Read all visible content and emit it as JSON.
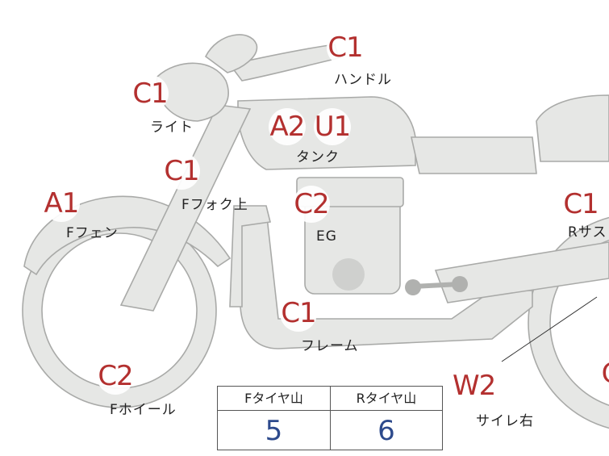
{
  "parts": [
    {
      "code": "C1",
      "label": "ハンドル"
    },
    {
      "code": "C1",
      "label": "ライト"
    },
    {
      "code": "A2",
      "label": ""
    },
    {
      "code": "U1",
      "label": "タンク"
    },
    {
      "code": "C1",
      "label": "Fフォク上"
    },
    {
      "code": "A1",
      "label": "Fフェン"
    },
    {
      "code": "C2",
      "label": "EG"
    },
    {
      "code": "C1",
      "label": "Rサス"
    },
    {
      "code": "C1",
      "label": "フレーム"
    },
    {
      "code": "C2",
      "label": "Fホイール"
    },
    {
      "code": "W2",
      "label": "サイレ右"
    },
    {
      "code": "C",
      "label": ""
    }
  ],
  "tire_table": {
    "headers": [
      "Fタイヤ山",
      "Rタイヤ山"
    ],
    "values": [
      "5",
      "6"
    ]
  },
  "colors": {
    "badge_text": "#b3302f",
    "value_text": "#2d4a8c",
    "part_fill": "#e6e7e5",
    "part_stroke": "#a9aaa8"
  }
}
